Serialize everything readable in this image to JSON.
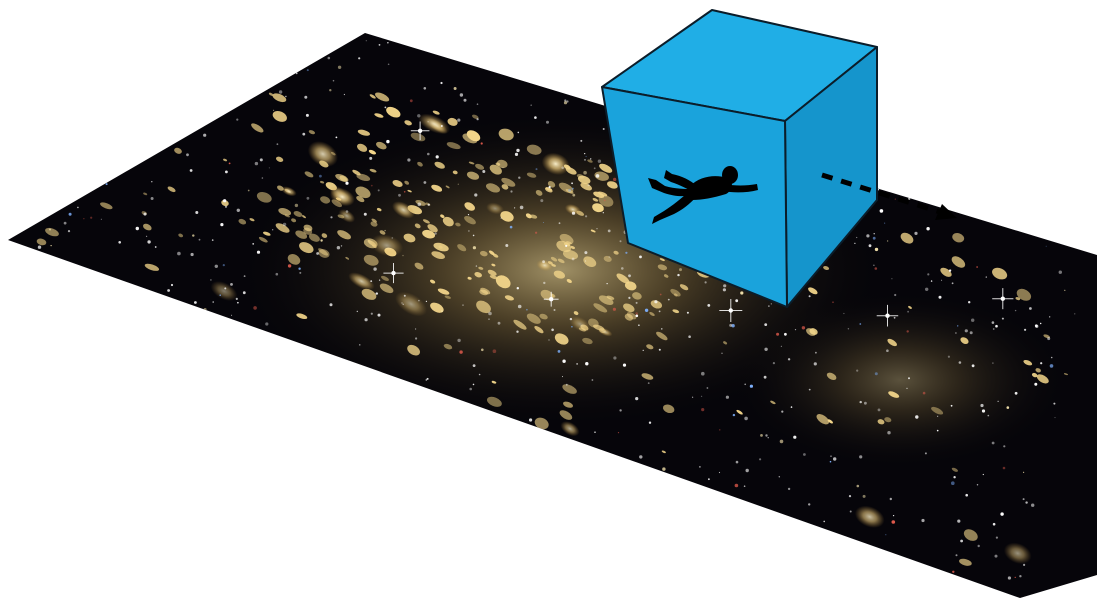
{
  "scene": {
    "background": "#ffffff",
    "plane": {
      "kind": "galaxy-field",
      "base_color": "#06050a",
      "galaxy_color": "#f2d58a",
      "core_glow_color": "#d9b866",
      "star_color": "#ffffff",
      "accent_colors": [
        "#e05a4c",
        "#7fb2ff",
        "#f8e7b0"
      ]
    },
    "cube": {
      "front_color": "#1aa3dc",
      "right_color": "#1595cc",
      "top_color": "#20aee6",
      "edge_color": "#0b1d2a",
      "silhouette": "falling-person-silhouette",
      "silhouette_color": "#000000"
    },
    "motion_arrow": {
      "style": "dashed",
      "direction": "right",
      "color": "#000000"
    }
  }
}
